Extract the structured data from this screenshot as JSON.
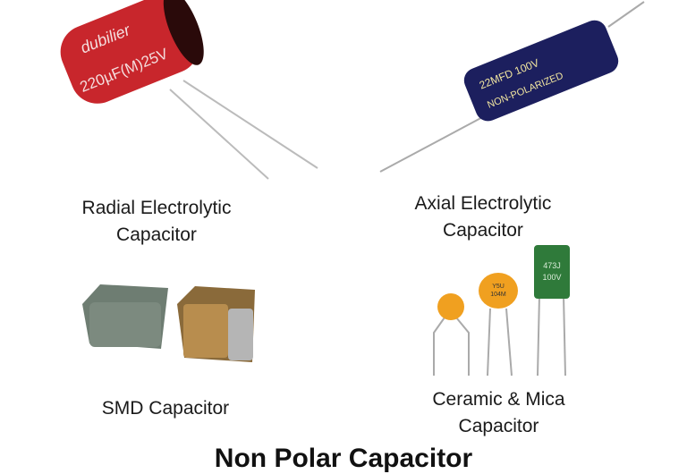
{
  "labels": {
    "radial": [
      "Radial Electrolytic",
      "Capacitor"
    ],
    "axial": [
      "Axial Electrolytic",
      "Capacitor"
    ],
    "smd": "SMD Capacitor",
    "ceramic": [
      "Ceramic & Mica",
      "Capacitor"
    ]
  },
  "title": "Non Polar Capacitor",
  "markings": {
    "radial": [
      "dubilier",
      "220µF(M)25V"
    ],
    "axial": [
      "22MFD 100V",
      "NON-POLARIZED"
    ],
    "ceramic_large": [
      "Y5U",
      "104M"
    ],
    "mica": [
      "473J",
      "100V"
    ]
  },
  "colors": {
    "radial": "#c8262c",
    "axial": "#1c1f5e",
    "mica": "#2f7a3a",
    "ceramic": "#f0a020"
  }
}
